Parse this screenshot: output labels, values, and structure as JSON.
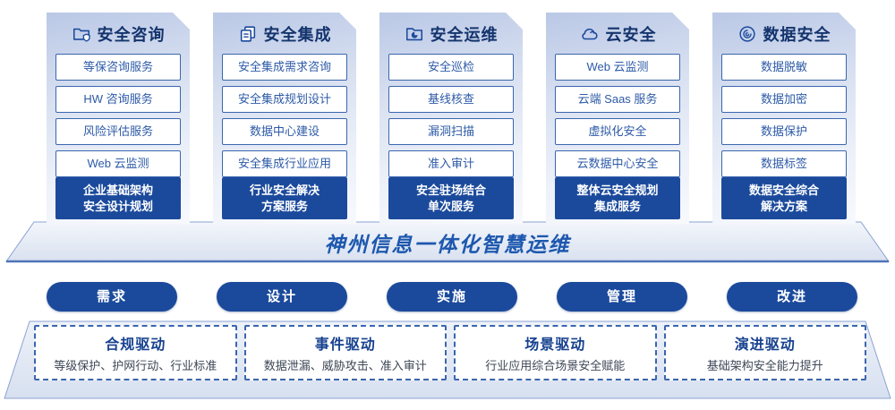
{
  "columns": [
    {
      "title": "安全咨询",
      "icon": "folder-shield-icon",
      "items": [
        "等保咨询服务",
        "HW 咨询服务",
        "风险评估服务",
        "Web 云监测"
      ],
      "highlight": [
        "企业基础架构",
        "安全设计规划"
      ]
    },
    {
      "title": "安全集成",
      "icon": "documents-icon",
      "items": [
        "安全集成需求咨询",
        "安全集成规划设计",
        "数据中心建设",
        "安全集成行业应用"
      ],
      "highlight": [
        "行业安全解决",
        "方案服务"
      ]
    },
    {
      "title": "安全运维",
      "icon": "folder-clock-icon",
      "items": [
        "安全巡检",
        "基线核查",
        "漏洞扫描",
        "准入审计"
      ],
      "highlight": [
        "安全驻场结合",
        "单次服务"
      ]
    },
    {
      "title": "云安全",
      "icon": "cloud-icon",
      "items": [
        "Web 云监测",
        "云端 Saas 服务",
        "虚拟化安全",
        "云数据中心安全"
      ],
      "highlight": [
        "整体云安全规划",
        "集成服务"
      ]
    },
    {
      "title": "数据安全",
      "icon": "fingerprint-icon",
      "items": [
        "数据脱敏",
        "数据加密",
        "数据保护",
        "数据标签"
      ],
      "highlight": [
        "数据安全综合",
        "解决方案"
      ]
    }
  ],
  "banner": {
    "title": "神州信息一体化智慧运维"
  },
  "process_pills": [
    "需求",
    "设计",
    "实施",
    "管理",
    "改进"
  ],
  "drivers": [
    {
      "title": "合规驱动",
      "desc": "等级保护、护网行动、行业标准"
    },
    {
      "title": "事件驱动",
      "desc": "数据泄漏、威胁攻击、准入审计"
    },
    {
      "title": "场景驱动",
      "desc": "行业应用综合场景安全赋能"
    },
    {
      "title": "演进驱动",
      "desc": "基础架构安全能力提升"
    }
  ],
  "colors": {
    "accent_dark_blue": "#1b4a9c",
    "item_border_blue": "#3a66ae",
    "header_navy": "#14346d",
    "banner_blue": "#1d58ae",
    "card_gradient_top": "#bac8e6",
    "card_gradient_bottom": "#f7f9fd",
    "platform_fill": "#e3e9f5"
  }
}
